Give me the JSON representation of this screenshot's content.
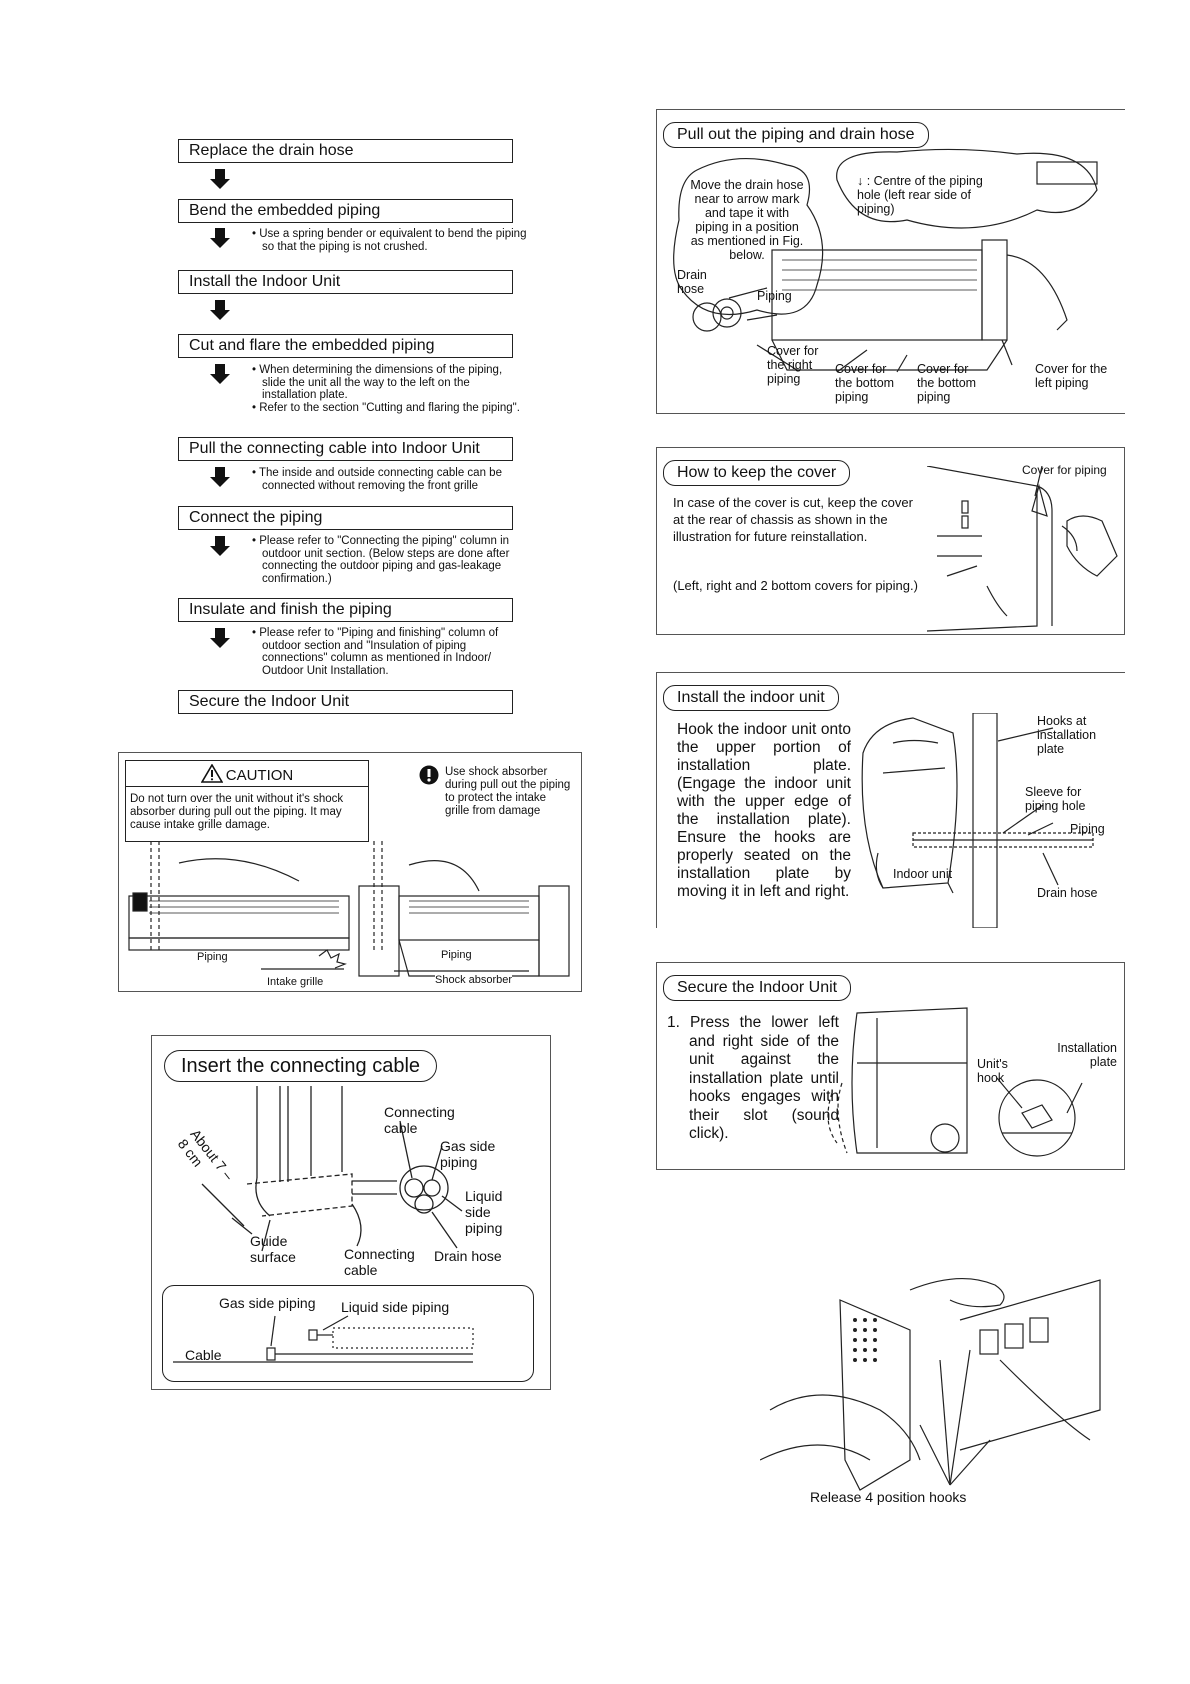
{
  "steps": [
    {
      "title": "Replace the drain hose",
      "notes": []
    },
    {
      "title": "Bend the embedded piping",
      "notes": [
        "• Use a spring bender or equivalent to bend the piping so that the piping is not crushed."
      ]
    },
    {
      "title": "Install the Indoor Unit",
      "notes": []
    },
    {
      "title": "Cut and flare the embedded piping",
      "notes": [
        "• When determining the dimensions of the piping, slide the unit all the way to the left on the installation plate.",
        "• Refer to the section \"Cutting and flaring the piping\"."
      ]
    },
    {
      "title": "Pull the connecting cable into Indoor Unit",
      "notes": [
        "• The inside and outside connecting cable can be connected without removing the front grille"
      ]
    },
    {
      "title": "Connect the piping",
      "notes": [
        "• Please refer to \"Connecting the piping\" column in outdoor unit section. (Below steps are done after connecting the outdoor piping and gas-leakage confirmation.)"
      ]
    },
    {
      "title": "Insulate and finish the piping",
      "notes": [
        "• Please refer to \"Piping and finishing\" column of outdoor section and \"Insulation of piping connections\" column as mentioned in Indoor/ Outdoor Unit Installation."
      ]
    },
    {
      "title": "Secure the Indoor Unit",
      "notes": []
    }
  ],
  "caution": {
    "title": "CAUTION",
    "text": "Do not turn over the unit without it's shock absorber during pull out the piping. It may cause intake grille damage.",
    "side_text": "Use shock absorber during pull out the piping to protect the intake grille from damage",
    "labels": {
      "piping_left": "Piping",
      "intake_grille": "Intake grille",
      "piping_right": "Piping",
      "shock_absorber": "Shock absorber"
    }
  },
  "insert_cable": {
    "title": "Insert the connecting cable",
    "about": "About 7 – 8 cm",
    "connecting_cable_top": "Connecting cable",
    "gas_side_piping": "Gas side piping",
    "liquid_side_piping": "Liquid side piping",
    "guide_surface": "Guide surface",
    "connecting_cable_bottom": "Connecting cable",
    "drain_hose": "Drain hose",
    "inset_gas": "Gas side piping",
    "inset_liquid": "Liquid side piping",
    "inset_cable": "Cable"
  },
  "pull_out": {
    "title": "Pull out the piping and drain hose",
    "bubble_text": "Move the drain hose near to arrow mark and tape it with piping in a position as mentioned in Fig. below.",
    "centre_note": "↓ : Centre of the piping hole (left rear side of piping)",
    "drain_hose": "Drain hose",
    "piping": "Piping",
    "cover_right": "Cover for the right piping",
    "cover_bottom_1": "Cover for the bottom piping",
    "cover_bottom_2": "Cover for the bottom piping",
    "cover_left": "Cover for the left piping"
  },
  "keep_cover": {
    "title": "How to keep the cover",
    "para1": "In case of the cover is cut, keep the cover at the rear of chassis as shown in the illustration for future reinstallation.",
    "para2": "(Left, right and 2 bottom covers for piping.)",
    "label": "Cover for piping"
  },
  "install_indoor": {
    "title": "Install the indoor unit",
    "text": "Hook the indoor unit onto the upper portion of installation plate. (Engage the indoor unit with the upper edge of the installation plate). Ensure the hooks are properly seated on the installation plate by moving it in left and right.",
    "hooks": "Hooks at installation plate",
    "sleeve": "Sleeve for piping hole",
    "piping": "Piping",
    "indoor_unit": "Indoor unit",
    "drain_hose": "Drain hose"
  },
  "secure_indoor": {
    "title": "Secure the Indoor Unit",
    "text": "1. Press the lower left and right side of the unit against the installation plate until hooks engages with their slot (sound click).",
    "units_hook": "Unit's hook",
    "installation_plate": "Installation plate"
  },
  "release": {
    "caption": "Release 4 position hooks"
  }
}
